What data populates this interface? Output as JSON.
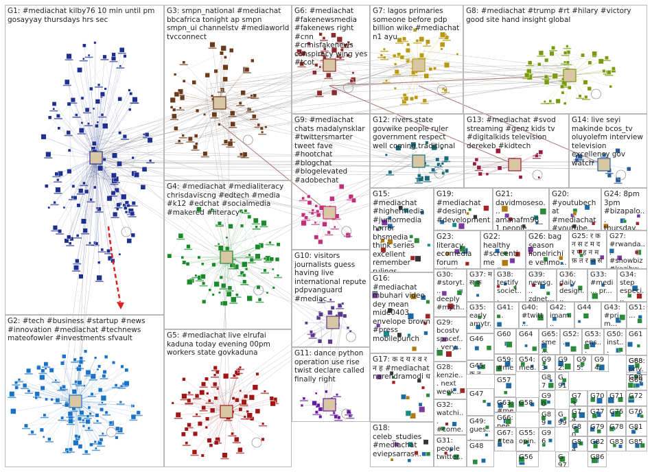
{
  "groups": [
    {
      "id": "G1",
      "text": "G1: #mediachat kilby76 10 min until pm gosayyay thursdays hrs sec"
    },
    {
      "id": "G2",
      "text": "G2: #tech #business #startup #news #innovation #mediachat #technews mateofowler #investments sfvault"
    },
    {
      "id": "G3",
      "text": "G3: smpn_national #mediachat bbcafrica tonight ap smpn smpn_ui channelstv #mediaworld tvcconnect"
    },
    {
      "id": "G4",
      "text": "G4: #mediachat #medialiteracy chrisdaviscng #edtech #media #k12 #edchat #socialmedia #makered #literacy"
    },
    {
      "id": "G5",
      "text": "G5: #mediachat live elrufai kaduna today evening 00pm workers state govkaduna"
    },
    {
      "id": "G6",
      "text": "G6: #mediachat #fakenewsmedia #fakenews right #cnn #cnnisfakenews conspiracy wing yes #tcot"
    },
    {
      "id": "G7",
      "text": "G7: lagos primaries someone before pdp billion wike #mediachat n1 ayu"
    },
    {
      "id": "G8",
      "text": "G8: #mediachat #trump #rt #hilary #victory good site hand insight global"
    },
    {
      "id": "G9",
      "text": "G9: #mediachat chats madalynsklar #twittersmarter tweet fave #hootchat #blogchat #blogelevated #adobechat"
    },
    {
      "id": "G10",
      "text": "G10: visitors journalists guess having live international repute pdpvanguard #mediac"
    },
    {
      "id": "G11",
      "text": "G11: dance python operation use rise twist declare called finally right"
    },
    {
      "id": "G12",
      "text": "G12: rivers state govwike people ruler government respect well coming traditional"
    },
    {
      "id": "G13",
      "text": "G13: #mediachat #svod streaming #genz kids tv #digitalkids television derekeb #kidtech"
    },
    {
      "id": "G14",
      "text": "G14: live seyi makinde bcos_tv oluyolefm interview television excellency gov watch"
    },
    {
      "id": "G15",
      "text": "G15: #mediachat #highermedia #juniormedia horror bhsmedia_ think series excellent remember rulings"
    },
    {
      "id": "G16",
      "text": "G16: #mediachat mbuhari video dey mean mide0403 envelope brown #press mobilepunch"
    },
    {
      "id": "G17",
      "text": "G17: क द य र व र न ह #mediachat narendramodi ध"
    },
    {
      "id": "G18",
      "text": "G18: celeb_studies #mediachat eviepsarras..."
    },
    {
      "id": "G19",
      "text": "G19: #mediachat #design #development..."
    },
    {
      "id": "G20",
      "text": "G20: #youtubechat #mediachat #youtube..."
    },
    {
      "id": "G21",
      "text": "G21: davidmosesо... amanafm98_1 people..."
    },
    {
      "id": "G22",
      "text": "G22: healthy #screentime media..."
    },
    {
      "id": "G23",
      "text": "G23: literacy ecomedia forum critml media 24th..."
    },
    {
      "id": "G24",
      "text": "G24: 8pm 3pm #bizapalo... thursday..."
    },
    {
      "id": "G25",
      "text": "G25: र क न स ट म द र प ह न म फ़ त र ज स"
    },
    {
      "id": "G26",
      "text": "G26: bag season lionelrichie venmo..."
    },
    {
      "id": "G27",
      "text": "G27: #rwanda... #showbiz #kazibw..."
    },
    {
      "id": "G28",
      "text": "G28: kenzie... next week..."
    },
    {
      "id": "G29",
      "text": "G29: bcostv spacef... very..."
    },
    {
      "id": "G30",
      "text": "G30: #storyt... deeply #myth..."
    },
    {
      "id": "G31",
      "text": "G31: people twitter..."
    },
    {
      "id": "G32",
      "text": "G32: watchi... #come..."
    },
    {
      "id": "G33",
      "text": "G33: #medi... pr..."
    },
    {
      "id": "G34",
      "text": "G34: step especi..."
    },
    {
      "id": "G35",
      "text": "G35: early amytr..."
    },
    {
      "id": "G36",
      "text": "G36: daily design..."
    },
    {
      "id": "G37",
      "text": "G37: म स क"
    },
    {
      "id": "G38",
      "text": "G38: testify societ..."
    },
    {
      "id": "G39",
      "text": "G39: newsg... zdnet..."
    },
    {
      "id": "G40",
      "text": "G40: #twitt... wait..."
    },
    {
      "id": "G41",
      "text": "G41: ..."
    },
    {
      "id": "G42",
      "text": "G42: imam..."
    },
    {
      "id": "G43",
      "text": "G43: #prim..."
    },
    {
      "id": "G44",
      "text": "G44"
    },
    {
      "id": "G45",
      "text": "G45: क न..."
    },
    {
      "id": "G46",
      "text": "G46"
    },
    {
      "id": "G47",
      "text": "G47"
    },
    {
      "id": "G48",
      "text": "G48"
    },
    {
      "id": "G49",
      "text": "G49: gues..."
    },
    {
      "id": "G50",
      "text": "G50: inst..."
    },
    {
      "id": "G51",
      "text": "G51: ..."
    },
    {
      "id": "G52",
      "text": "G52: ..."
    },
    {
      "id": "G53",
      "text": "G53: ens..."
    },
    {
      "id": "G54",
      "text": "G54: med..."
    },
    {
      "id": "G55",
      "text": "G55: opin..."
    },
    {
      "id": "G56",
      "text": "G56"
    },
    {
      "id": "G57",
      "text": "G57"
    },
    {
      "id": "G58",
      "text": "G58"
    },
    {
      "id": "G59",
      "text": "G59: #me..."
    },
    {
      "id": "G60",
      "text": "G60"
    },
    {
      "id": "G61",
      "text": "G61"
    },
    {
      "id": "G62",
      "text": "G62"
    },
    {
      "id": "G63",
      "text": "G63: #me..."
    },
    {
      "id": "G64",
      "text": "G64"
    },
    {
      "id": "G65",
      "text": "G65: sme..."
    },
    {
      "id": "G66",
      "text": "G66: nee..."
    },
    {
      "id": "G67",
      "text": "G67: #tea..."
    },
    {
      "id": "G68",
      "text": "G68"
    },
    {
      "id": "G69",
      "text": "G69"
    },
    {
      "id": "G70",
      "text": "G70"
    },
    {
      "id": "G71",
      "text": "G71"
    },
    {
      "id": "G72",
      "text": "G72"
    },
    {
      "id": "G73",
      "text": "G73"
    },
    {
      "id": "G74",
      "text": "G74"
    },
    {
      "id": "G75",
      "text": "G75"
    },
    {
      "id": "G76",
      "text": "G76"
    },
    {
      "id": "G77",
      "text": "G77"
    },
    {
      "id": "G78",
      "text": "G78"
    },
    {
      "id": "G79",
      "text": "G79"
    },
    {
      "id": "G80",
      "text": "G80"
    },
    {
      "id": "G81",
      "text": "G81"
    },
    {
      "id": "G82",
      "text": "G82"
    },
    {
      "id": "G83",
      "text": "G83"
    },
    {
      "id": "G84",
      "text": "G84"
    },
    {
      "id": "G85",
      "text": "G85"
    },
    {
      "id": "G86",
      "text": "G86"
    },
    {
      "id": "G87",
      "text": "G87"
    },
    {
      "id": "G88",
      "text": "G88: priv..."
    },
    {
      "id": "G89",
      "text": "G89"
    },
    {
      "id": "G90",
      "text": "G90"
    },
    {
      "id": "G91",
      "text": "G91"
    },
    {
      "id": "G92",
      "text": "G92: so..."
    },
    {
      "id": "G93",
      "text": "G93"
    },
    {
      "id": "G94",
      "text": "G94: mi..."
    },
    {
      "id": "G95",
      "text": "G95: ha..."
    },
    {
      "id": "G96",
      "text": "G96"
    },
    {
      "id": "G97",
      "text": "G97"
    },
    {
      "id": "G98",
      "text": "G98"
    },
    {
      "id": "G99",
      "text": "G99"
    }
  ],
  "colors": {
    "G1": "#1f2f8f",
    "G2": "#1a73c9",
    "G3": "#6b3a1a",
    "G4": "#1a8a2a",
    "G5": "#a01515",
    "G6": "#8a2a2a",
    "G7": "#b89a10",
    "G8": "#7a9a10",
    "G9": "#c0307a",
    "G10": "#5a3a8a",
    "G11": "#6a1aa0",
    "G12": "#1a6a7a",
    "G13": "#9a1a3a",
    "G14": "#2a5a9a",
    "edge": "#7a7a7a",
    "bridge": "#8a3a3a",
    "arrow": "#e02020"
  }
}
